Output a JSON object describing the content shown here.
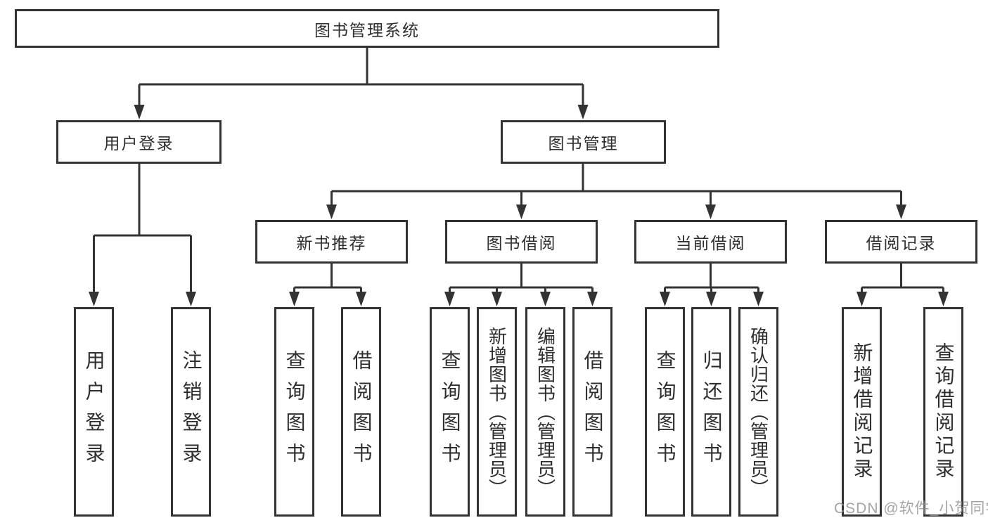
{
  "tree": {
    "root": "图书管理系统",
    "level2": [
      "用户登录",
      "图书管理"
    ],
    "level3": [
      "新书推荐",
      "图书借阅",
      "当前借阅",
      "借阅记录"
    ],
    "leaves": {
      "login": [
        "用户登录",
        "注销登录"
      ],
      "newbook": [
        "查询图书",
        "借阅图书"
      ],
      "borrow": [
        "查询图书",
        "新增图书（管理员）",
        "编辑图书（管理员）",
        "借阅图书"
      ],
      "current": [
        "查询图书",
        "归还图书",
        "确认归还（管理员）"
      ],
      "history": [
        "新增借阅记录",
        "查询借阅记录"
      ]
    }
  },
  "watermark": "CSDN @软件_小贺同学",
  "colors": {
    "line": "#333333",
    "text": "#2e2e2e",
    "box_background": "#ffffff",
    "watermark": "#949494"
  }
}
